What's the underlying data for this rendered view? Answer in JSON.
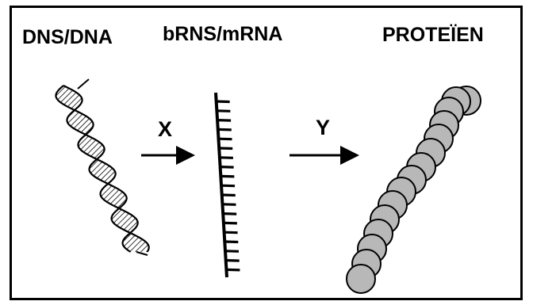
{
  "figure": {
    "labels": {
      "dna": "DNS/DNA",
      "mrna": "bRNS/mRNA",
      "protein": "PROTEÏEN",
      "step1": "X",
      "step2": "Y"
    },
    "colors": {
      "ink": "#000000",
      "bead_fill": "#b8b8b8",
      "background": "#ffffff"
    },
    "icons": [
      "dna-double-helix-icon",
      "mrna-strand-icon",
      "protein-bead-chain-icon"
    ]
  }
}
